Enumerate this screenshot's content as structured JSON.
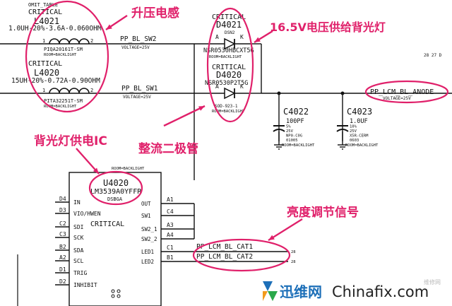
{
  "annotations": {
    "boost_inductor": "升压电感",
    "backlight_supply": "16.5V电压供给背光灯",
    "rectifier_diode": "整流二极管",
    "backlight_ic": "背光灯供电IC",
    "brightness_signal": "亮度调节信号"
  },
  "inductors": [
    {
      "omit": "OMIT_TABLE",
      "crit": "CRITICAL",
      "ref": "L4021",
      "value": "1.0UH-20%-3.6A-0.060OHM",
      "part": "PIQA20161T-SM",
      "room": "ROOM=BACKLIGHT"
    },
    {
      "crit": "CRITICAL",
      "ref": "L4020",
      "value": "15UH-20%-0.72A-0.90OHM",
      "part": "PITA32251T-SM",
      "room": "ROOM=BACKLIGHT"
    }
  ],
  "diodes": [
    {
      "crit": "CRITICAL",
      "ref": "D4021",
      "pkg": "DSN2",
      "part": "NSR0530HBCXT5G",
      "room": "ROOM=BACKLIGHT"
    },
    {
      "crit": "CRITICAL",
      "ref": "D4020",
      "part": "NSR0530P2T5G",
      "pkg": "SOD-923-1",
      "room": "ROOM=BACKLIGHT"
    }
  ],
  "nets": {
    "sw2": "PP_BL_SW2",
    "sw2_v": "VOLTAGE=25V",
    "sw1": "PP_BL_SW1",
    "sw1_v": "VOLTAGE=25V",
    "anode": "PP_LCM_BL_ANODE",
    "anode_v": "VOLTAGE=25V",
    "cat1": "PP_LCM_BL_CAT1",
    "cat2": "PP_LCM_BL_CAT2"
  },
  "capacitors": [
    {
      "ref": "C4022",
      "lines": [
        "100PF",
        "5%",
        "25V",
        "NP0-C0G",
        "01005"
      ],
      "room": "ROOM=BACKLIGHT"
    },
    {
      "ref": "C4023",
      "lines": [
        "1.0UF",
        "10%",
        "25V",
        "X5R-CERM",
        "0603"
      ],
      "room": "ROOM=BACKLIGHT"
    }
  ],
  "ic": {
    "room": "ROOM=BACKLIGHT",
    "ref": "U4020",
    "part": "LM3539A0YFFR",
    "pkg": "DSBGA",
    "crit": "CRITICAL",
    "left_pins": [
      {
        "ball": "D4",
        "name": "IN"
      },
      {
        "ball": "D3",
        "name": "VIO/HWEN"
      },
      {
        "ball": "C2",
        "name": "SDI"
      },
      {
        "ball": "C3",
        "name": "SCK"
      },
      {
        "ball": "B2",
        "name": "SDA"
      },
      {
        "ball": "A2",
        "name": "SCL"
      },
      {
        "ball": "D1",
        "name": "TRIG"
      },
      {
        "ball": "D2",
        "name": "INHIBIT"
      }
    ],
    "right_pins": [
      {
        "ball": "A1",
        "name": "OUT"
      },
      {
        "ball": "C4",
        "name": "SW1"
      },
      {
        "ball": "A3",
        "name": "SW2_1"
      },
      {
        "ball": "A4",
        "name": "SW2_2"
      },
      {
        "ball": "C1",
        "name": "LED1"
      },
      {
        "ball": "B1",
        "name": "LED2"
      }
    ]
  },
  "page_refs": {
    "top": "28 27 D",
    "cat1": "28",
    "cat2": "28"
  },
  "watermark": {
    "brand_cn": "迅维网",
    "brand_en": "Chinafix.com",
    "faint": "维修网"
  },
  "colors": {
    "annotation": "#e0206a",
    "wire": "#111111",
    "brand_blue": "#1d6fb8"
  }
}
